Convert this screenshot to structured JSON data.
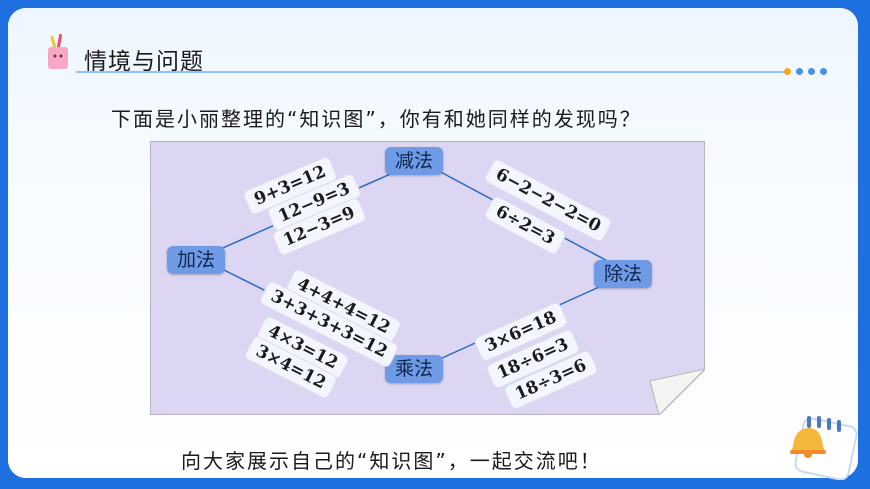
{
  "header": {
    "title": "情境与问题",
    "icon": "pencil-cup-icon"
  },
  "question": "下面是小丽整理的“知识图”，你有和她同样的发现吗？",
  "diagram": {
    "nodes": {
      "add": "加法",
      "sub": "减法",
      "mul": "乘法",
      "div": "除法"
    },
    "add_to_sub": [
      "9+3=12",
      "12−9=3",
      "12−3=9"
    ],
    "sub_to_div": [
      "6−2−2−2=0",
      "6÷2=3"
    ],
    "add_to_mul": [
      "4+4+4=12",
      "3+3+3+3=12",
      "4×3=12",
      "3×4=12"
    ],
    "mul_to_div": [
      "3×6=18",
      "18÷6=3",
      "18÷3=6"
    ]
  },
  "footer": "向大家展示自己的“知识图”，一起交流吧！",
  "colors": {
    "border_blue": "#1e6fe0",
    "node_blue": "#6f9be6",
    "panel_purple": "#ddd6f2",
    "dots": [
      "#f5a623",
      "#4a90e2",
      "#4a90e2",
      "#4a90e2"
    ]
  }
}
